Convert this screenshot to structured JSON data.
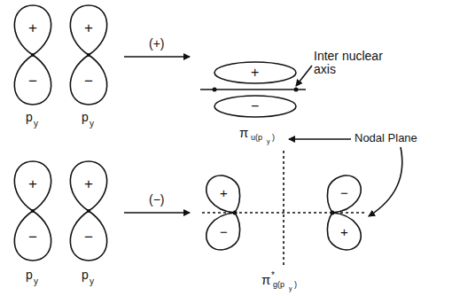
{
  "diagram": {
    "labels": [
      "+",
      "−",
      "+",
      "−",
      "(+)",
      "Inter nuclear axis",
      "+",
      "−",
      "p",
      "y",
      "p",
      "y",
      "π",
      "u(p",
      "y",
      ")",
      "Nodal Plane",
      "+",
      "−",
      "+",
      "−",
      "(−)",
      "+",
      "−",
      "−",
      "+",
      "p",
      "y",
      "p",
      "y",
      "π",
      "*",
      "g(p",
      "y",
      ")"
    ]
  }
}
